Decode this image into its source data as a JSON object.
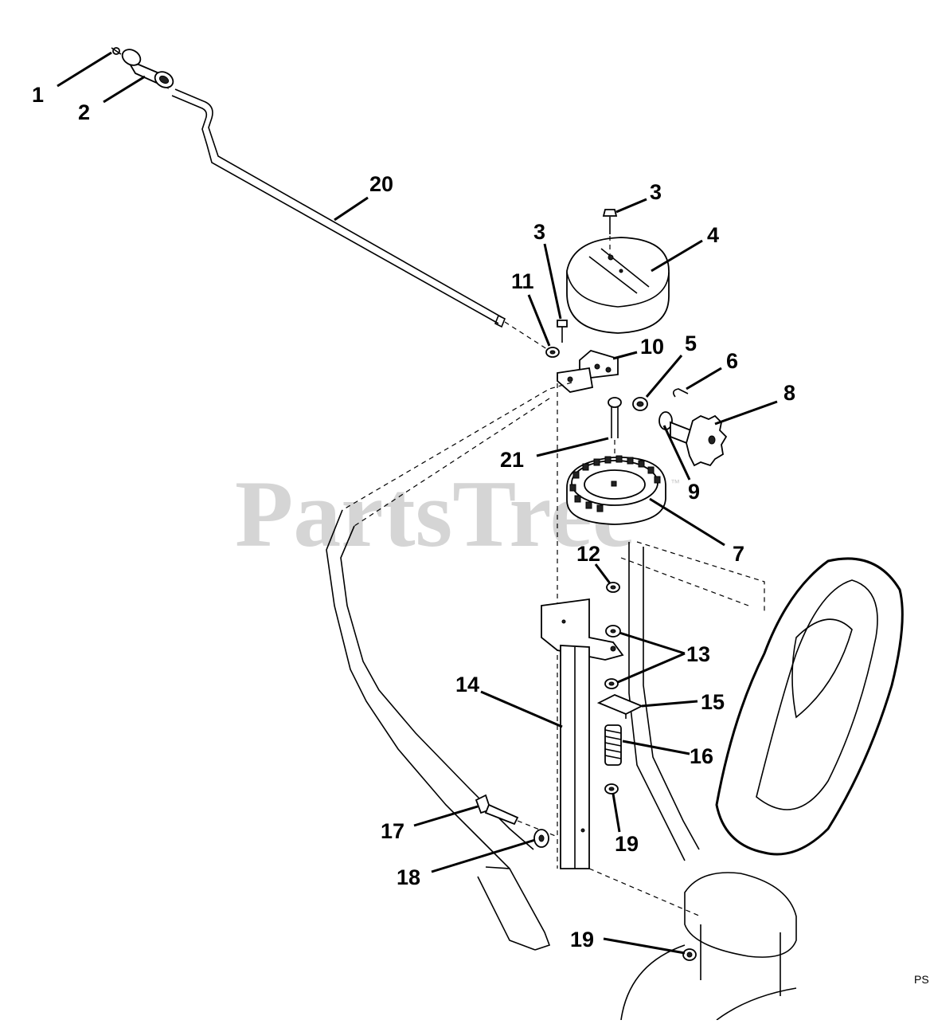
{
  "diagram": {
    "watermark": "PartsTree",
    "trademark": "™",
    "corner_code": "PS",
    "callouts": [
      "1",
      "2",
      "20",
      "3",
      "4",
      "3",
      "11",
      "10",
      "5",
      "6",
      "8",
      "21",
      "9",
      "7",
      "12",
      "13",
      "14",
      "15",
      "16",
      "17",
      "19",
      "18",
      "19"
    ]
  }
}
